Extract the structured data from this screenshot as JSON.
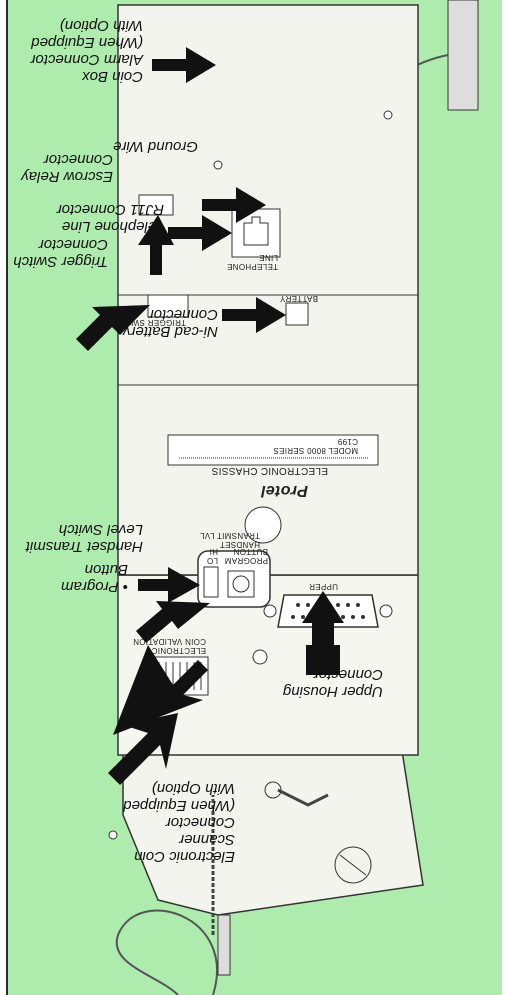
{
  "callouts": {
    "coin_scanner": [
      "Electronic Coin",
      "Scanner",
      "Connector",
      "(When Equipped",
      "With Option)"
    ],
    "upper_housing": [
      "Upper Housing",
      "Connector"
    ],
    "program_button": [
      "• Program",
      "Button"
    ],
    "handset_switch": [
      "Handset Transmit",
      "Level Switch"
    ],
    "nicad_battery": [
      "Ni-cad Battery",
      "Connector"
    ],
    "trigger_switch": [
      "Trigger Switch",
      "Connector"
    ],
    "telephone_line": [
      "Telephone Line",
      "RJ11 Connector"
    ],
    "escrow_relay": [
      "Escrow Relay",
      "Connector"
    ],
    "ground_wire": [
      "Ground Wire"
    ],
    "coin_box_alarm": [
      "Coin Box",
      "Alarm Connector",
      "(When Equipped",
      "With Option)"
    ]
  },
  "board_text": {
    "coin_validation": [
      "ELECTRONIC",
      "COIN VALIDATION"
    ],
    "handset_level": [
      "HANDSET",
      "TRANSMIT LVL"
    ],
    "lo_hi": [
      "LO",
      "HI"
    ],
    "prog_button": [
      "PROGRAM",
      "BUTTON"
    ],
    "upper": "UPPER",
    "brand": "Protel",
    "chassis": "ELECTRONIC CHASSIS",
    "model_label": [
      "MODEL 8000 SERIES",
      "C199"
    ],
    "telephone_line_jack": [
      "TELEPHONE",
      "LINE"
    ],
    "battery_jack": "BATTERY",
    "trigger_sw": "TRIGGER SW"
  },
  "colors": {
    "panel": "#aeecae",
    "arrow": "#111111",
    "board": "#f4f4ee",
    "outline": "#333333"
  }
}
